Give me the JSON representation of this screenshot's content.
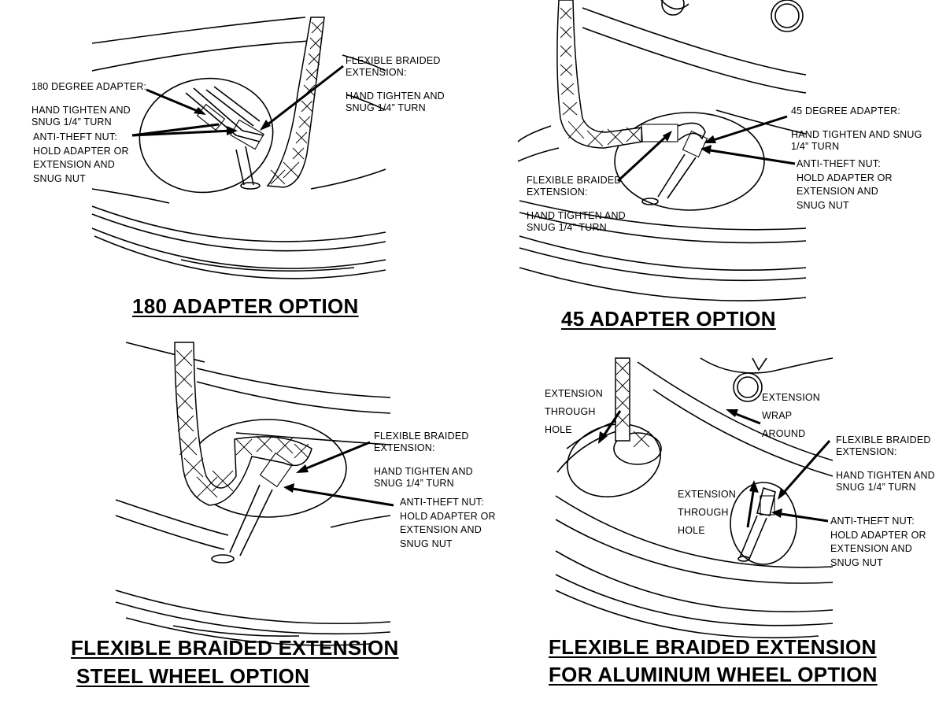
{
  "panels": {
    "p180": {
      "title": "180 ADAPTER OPTION",
      "labels": {
        "extension": "FLEXIBLE BRAIDED\nEXTENSION:\n\nHAND TIGHTEN AND\nSNUG 1/4” TURN",
        "adapter": "180 DEGREE ADAPTER:\n\nHAND TIGHTEN AND\nSNUG 1/4” TURN",
        "nut": "ANTI-THEFT NUT:\nHOLD ADAPTER OR\nEXTENSION AND\nSNUG NUT"
      }
    },
    "p45": {
      "title": "45 ADAPTER OPTION",
      "labels": {
        "adapter": "45 DEGREE ADAPTER:\n\nHAND TIGHTEN AND SNUG\n1/4” TURN",
        "nut": "ANTI-THEFT NUT:\nHOLD ADAPTER OR\nEXTENSION AND\nSNUG NUT",
        "extension": "FLEXIBLE BRAIDED\nEXTENSION:\n\nHAND TIGHTEN AND\nSNUG 1/4” TURN"
      }
    },
    "psteel": {
      "title_line1": "FLEXIBLE BRAIDED EXTENSION",
      "title_line2": "STEEL WHEEL OPTION",
      "labels": {
        "extension": "FLEXIBLE BRAIDED\nEXTENSION:\n\nHAND TIGHTEN AND\nSNUG 1/4” TURN",
        "nut": "ANTI-THEFT NUT:\nHOLD ADAPTER OR\nEXTENSION AND\nSNUG NUT"
      }
    },
    "palu": {
      "title_line1": "FLEXIBLE BRAIDED EXTENSION",
      "title_line2": "FOR ALUMINUM WHEEL OPTION",
      "labels": {
        "through_hole_top": "EXTENSION\n\nTHROUGH\n\nHOLE",
        "wrap_around": "EXTENSION\n\nWRAP\n\nAROUND",
        "extension": "FLEXIBLE BRAIDED\nEXTENSION:\n\nHAND TIGHTEN AND\nSNUG 1/4” TURN",
        "through_hole_mid": "EXTENSION\n\nTHROUGH\n\nHOLE",
        "nut": "ANTI-THEFT NUT:\nHOLD ADAPTER OR\nEXTENSION AND\nSNUG NUT"
      }
    }
  }
}
